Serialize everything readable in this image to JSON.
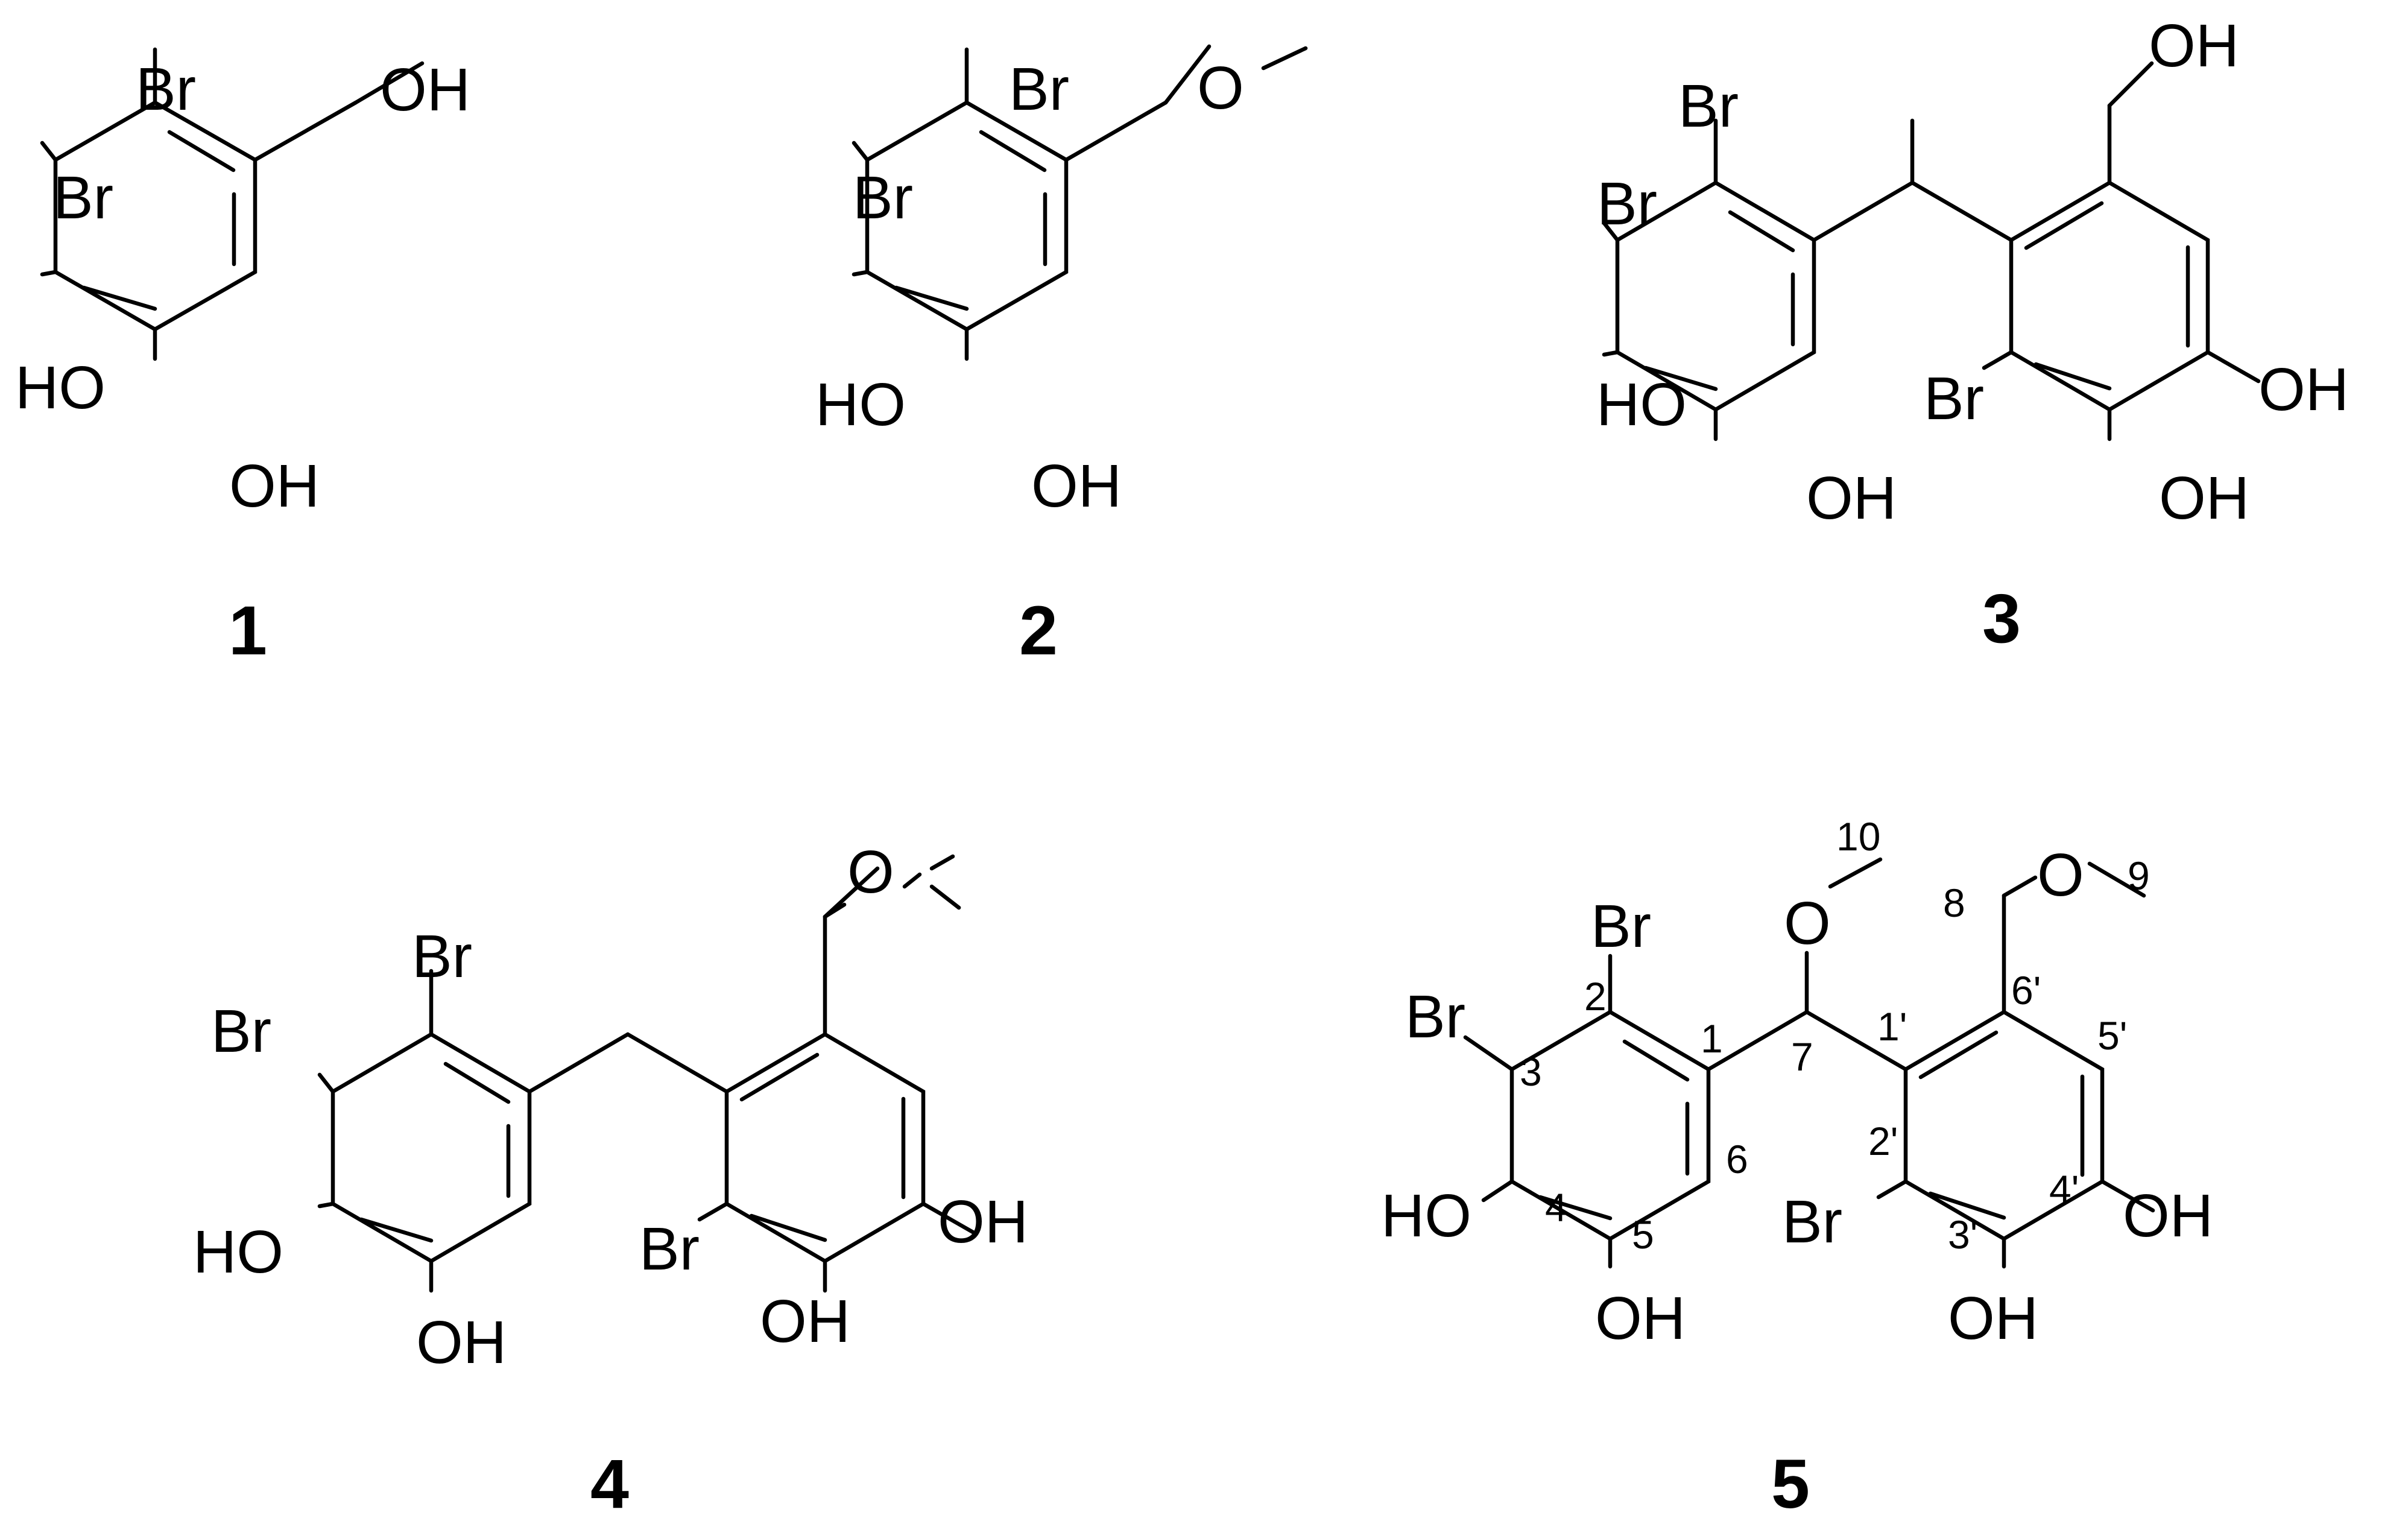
{
  "compounds": [
    {
      "id": "1",
      "atoms": {
        "br_top": "Br",
        "br_left": "Br",
        "oh_side": "OH",
        "ho_left": "HO",
        "oh_bottom": "OH"
      }
    },
    {
      "id": "2",
      "atoms": {
        "br_top": "Br",
        "br_left": "Br",
        "o_ether": "O",
        "ho_left": "HO",
        "oh_bottom": "OH"
      }
    },
    {
      "id": "3",
      "atoms": {
        "br_top": "Br",
        "br_left": "Br",
        "oh_top": "OH",
        "br_right": "Br",
        "ho_left": "HO",
        "oh_bottom_left": "OH",
        "oh_right": "OH",
        "oh_bottom_right": "OH"
      }
    },
    {
      "id": "4",
      "atoms": {
        "br_top": "Br",
        "br_left": "Br",
        "o_ether": "O",
        "br_right": "Br",
        "ho_left": "HO",
        "oh_bottom_left": "OH",
        "oh_right": "OH",
        "oh_bottom_right": "OH"
      }
    },
    {
      "id": "5",
      "atoms": {
        "br_top": "Br",
        "br_left": "Br",
        "o_c7": "O",
        "o_c8": "O",
        "br_right": "Br",
        "ho_left": "HO",
        "oh_bottom_left": "OH",
        "oh_right": "OH",
        "oh_bottom_right": "OH"
      },
      "locants": {
        "c10": "10",
        "c9": "9",
        "c8": "8",
        "c2": "2",
        "c1": "1",
        "c7": "7",
        "c1p": "1'",
        "c6p": "6'",
        "c5p": "5'",
        "c3": "3",
        "c6": "6",
        "c2p": "2'",
        "c4": "4",
        "c5": "5",
        "c4p": "4'",
        "c3p": "3'"
      }
    }
  ]
}
